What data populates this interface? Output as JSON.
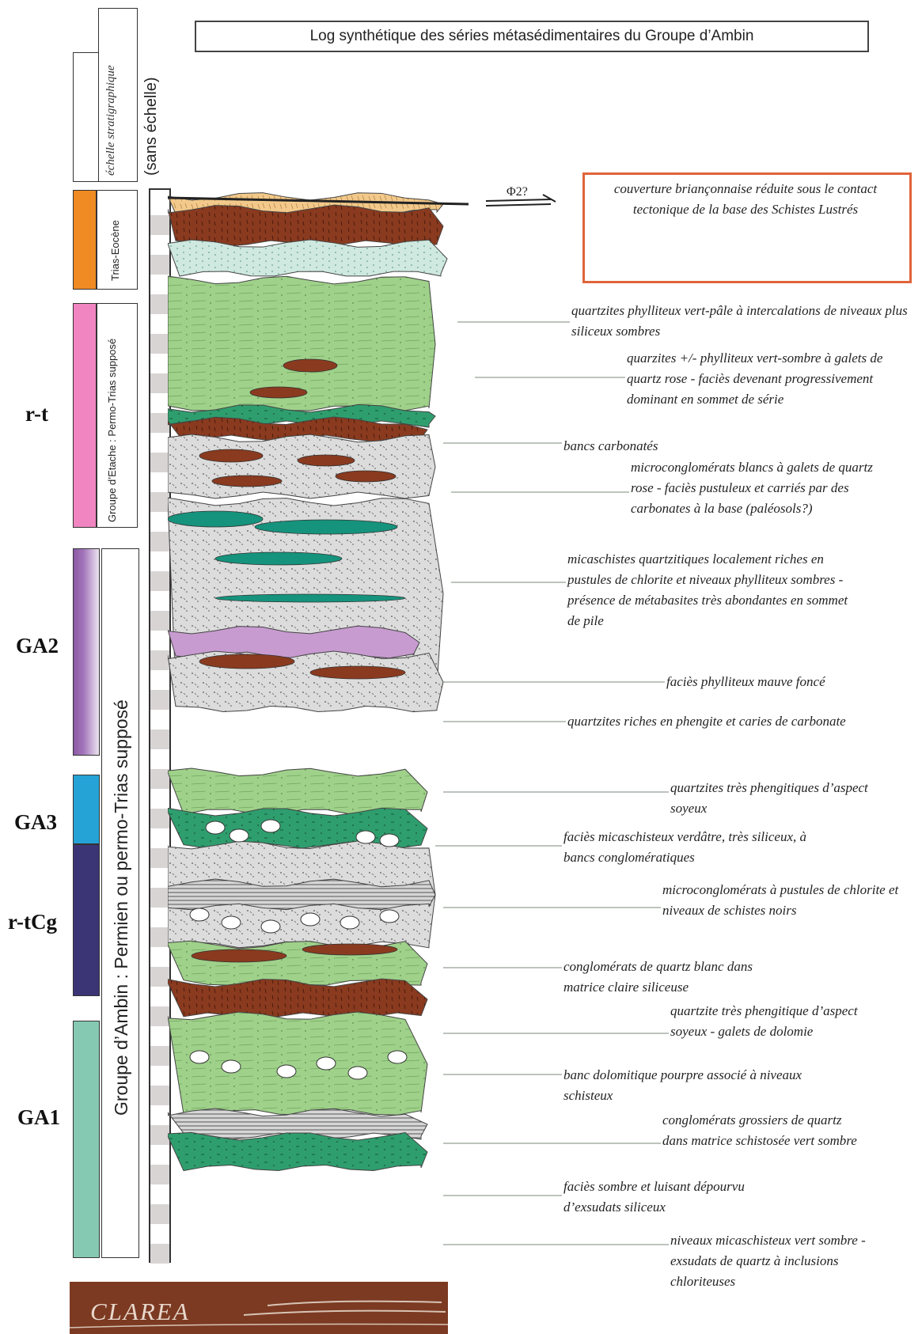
{
  "header": {
    "title": "Log synthétique des séries métasédimentaires du  Groupe d’Ambin"
  },
  "scale_column": {
    "label": "échelle stratigraphique",
    "scale_note": "(sans échelle)"
  },
  "stratigraphy_bars": [
    {
      "id": "trias-eocene",
      "label": "Trias-Eocène",
      "color": "#f08a22"
    },
    {
      "id": "etache",
      "label": "Groupe d’Etache : Permo-Trias supposé",
      "color": "#f185c2"
    },
    {
      "id": "ambin",
      "label": "Groupe d’Ambin : Permien ou permo-Trias supposé"
    }
  ],
  "unit_labels": [
    "r-t",
    "GA2",
    "GA3",
    "r-tCg",
    "GA1"
  ],
  "unit_colors": {
    "ga2": "#8b59a5",
    "ga3": "#25a3d6",
    "rtcg": "#3b3575",
    "ga1": "#86c9b2"
  },
  "tectonic": {
    "label": "Φ2?"
  },
  "descriptions": [
    "couverture briançonnaise réduite sous le contact tectonique de la base des Schistes Lustrés",
    "quartzites phylliteux vert-pâle à intercalations de niveaux plus siliceux sombres",
    "quarzites +/- phylliteux vert-sombre à galets de quartz rose - faciès devenant progressivement dominant en sommet de série",
    "bancs carbonatés",
    "microconglomérats blancs à galets de quartz rose - faciès pustuleux et carriés par des carbonates à la base (paléosols?)",
    "micaschistes quartzitiques localement riches en pustules de chlorite et niveaux phylliteux sombres - présence de métabasites très abondantes en sommet de pile",
    "faciès phylliteux mauve foncé",
    "quartzites riches en phengite et caries de carbonate",
    "quartzites très phengitiques d’aspect soyeux",
    "faciès micaschisteux verdâtre, très siliceux, à bancs conglomératiques",
    "microconglomérats à pustules de chlorite et niveaux de schistes noirs",
    "conglomérats de quartz blanc dans matrice claire siliceuse",
    "quartzite très phengitique d’aspect soyeux - galets de dolomie",
    "banc dolomitique pourpre associé à niveaux schisteux",
    "conglomérats grossiers de quartz dans matrice schistosée vert sombre",
    "faciès sombre et luisant dépourvu d’exsudats siliceux",
    "niveaux micaschisteux vert sombre  - exsudats de quartz à inclusions chloriteuses"
  ],
  "basement": {
    "label": "CLAREA"
  },
  "colors": {
    "light_green": "#9fd18a",
    "dark_green": "#2f9e6e",
    "teal": "#15937c",
    "brown": "#8a3a1f",
    "tan": "#f2c98a",
    "orange": "#e89a3a",
    "grey": "#dcdcdc",
    "pale_teal": "#cfe9e0",
    "mauve": "#c79bd0"
  }
}
